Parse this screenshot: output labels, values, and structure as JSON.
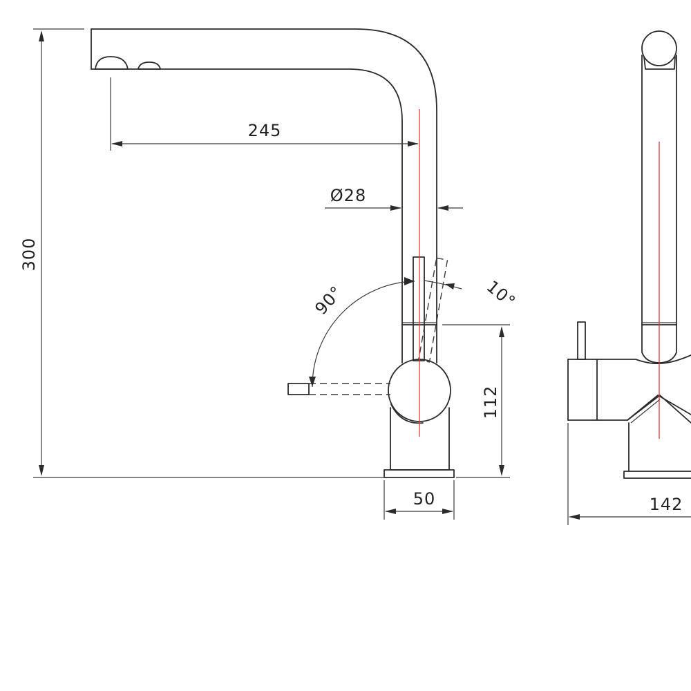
{
  "dimensions": {
    "total_height": "300",
    "spout_reach": "245",
    "tube_diameter": "Ø28",
    "lever_angle_open": "90°",
    "lever_angle_tilt": "10°",
    "body_height": "112",
    "base_width": "50",
    "side_width": "142"
  },
  "colors": {
    "line": "#2b2b2b",
    "centerline": "#e03a3a",
    "background": "#ffffff"
  }
}
